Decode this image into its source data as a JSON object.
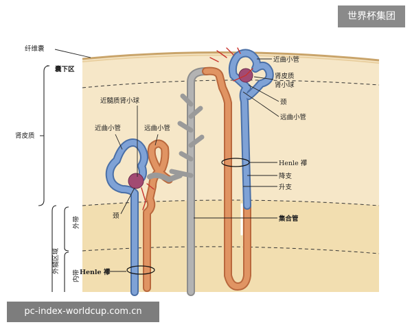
{
  "labels": {
    "capsule": "纤维囊",
    "subcapsular": "囊下区",
    "cortex": "肾皮质",
    "jm_corpuscle": "近髓质肾小球",
    "prox_left": "近曲小管",
    "dist_left": "远曲小管",
    "prox_right": "近曲小管",
    "cortical_corpuscle": "肾皮质\n肾小球",
    "neck": "颈",
    "dist_right": "远曲小管",
    "henle_right": "Henle 襻",
    "descending": "降支",
    "ascending": "升支",
    "collecting": "集合管",
    "neck_left": "颈",
    "outer_zone": "外带",
    "outer_medulla": "外髓区域",
    "inner_zone": "内带",
    "henle_left": "Henle 襻"
  },
  "watermarks": {
    "brand": "世界杯集团",
    "site": "pc-index-worldcup.com.cn"
  },
  "colors": {
    "proximal": "#6f93c9",
    "distal": "#d98a55",
    "collecting": "#a9a9a9",
    "glomerulus": "#a24a72",
    "vessel": "#c8322c",
    "cortex_bg": "#f6e6c5",
    "medulla_bg": "#f3dfb1"
  }
}
